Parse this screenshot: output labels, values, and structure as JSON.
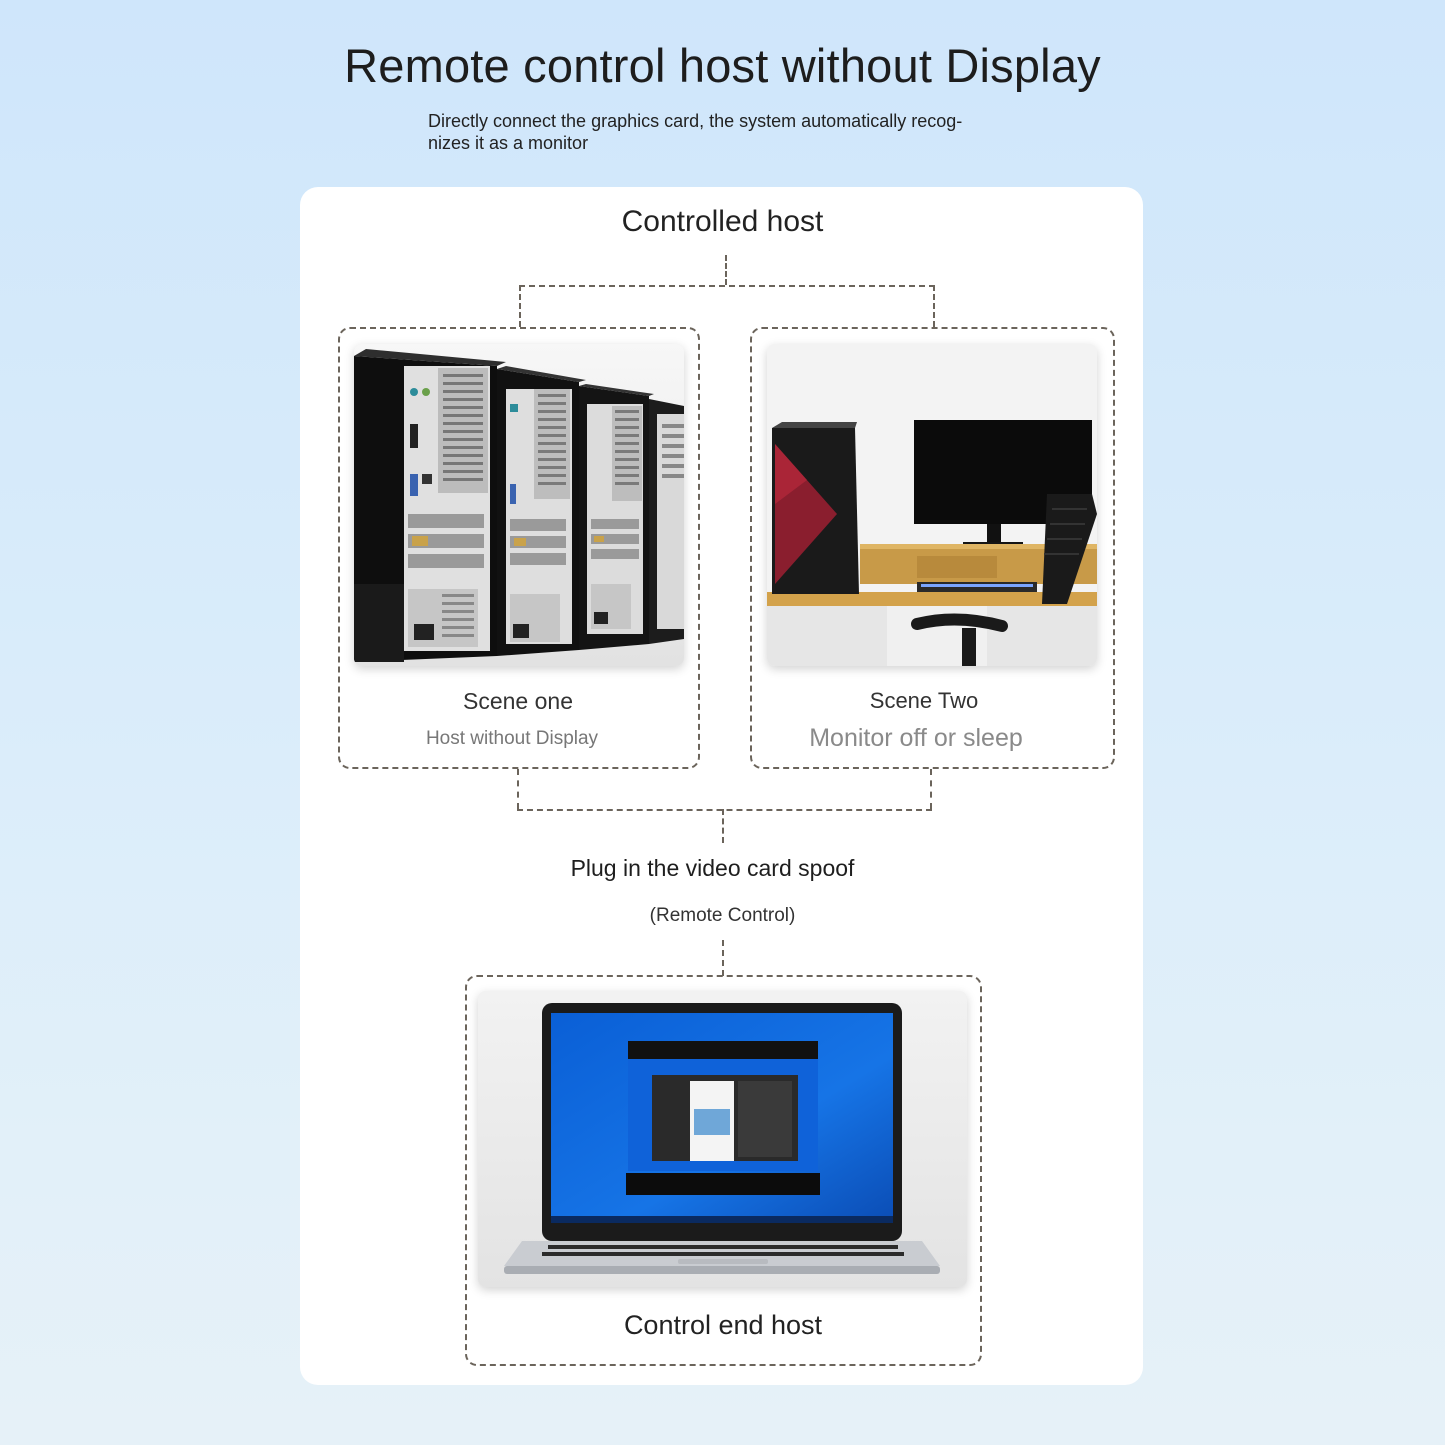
{
  "header": {
    "title": "Remote control host without Display",
    "subtitle_line1": "Directly connect the graphics card, the system automatically recog-",
    "subtitle_line2": "nizes it as a monitor"
  },
  "diagram": {
    "top_node": "Controlled host",
    "scene_one": {
      "title": "Scene one",
      "caption": "Host without Display"
    },
    "scene_two": {
      "title": "Scene Two",
      "caption": "Monitor off or sleep"
    },
    "middle_node": {
      "label": "Plug in the video card spoof",
      "note": "(Remote Control)"
    },
    "bottom_node": "Control end host"
  }
}
